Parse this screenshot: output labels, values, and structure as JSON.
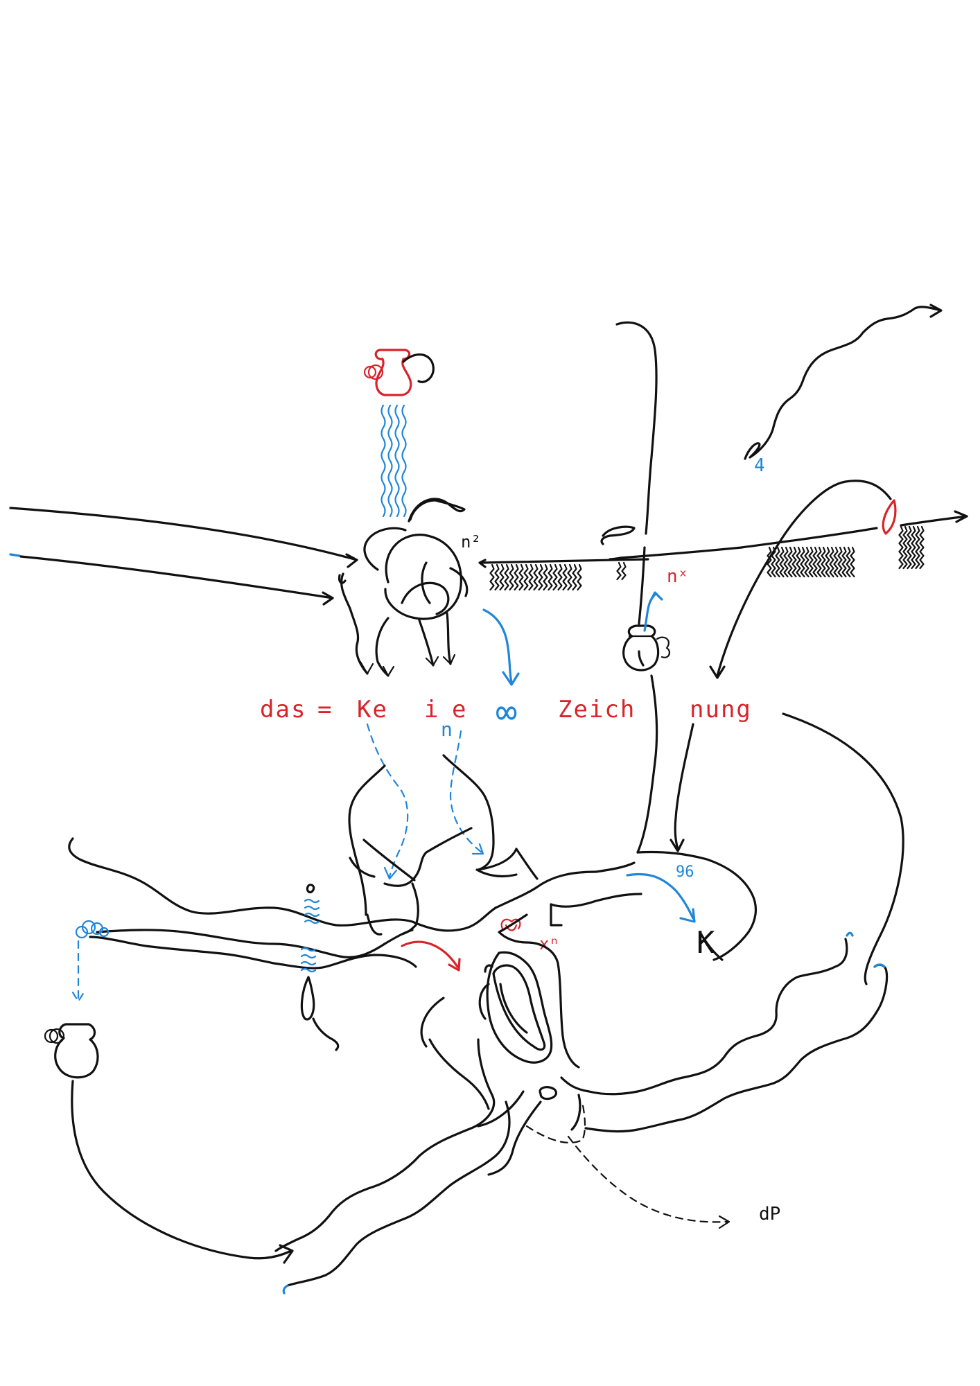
{
  "drawing": {
    "colors": {
      "ink": "#111111",
      "blue": "#1f86d9",
      "red": "#d8232a"
    },
    "phrase": {
      "das": "das",
      "equals": "=",
      "ke": "Ke",
      "i": "i",
      "e": "e",
      "infinity": "∞",
      "zeich": "Zeich",
      "nung": "nung"
    },
    "annotations": {
      "n_squared": "n²",
      "n_x": "nˣ",
      "n_small": "n",
      "four": "4",
      "ninety_six": "96",
      "k": "K",
      "x_n": "xⁿ",
      "dp": "dP"
    }
  }
}
